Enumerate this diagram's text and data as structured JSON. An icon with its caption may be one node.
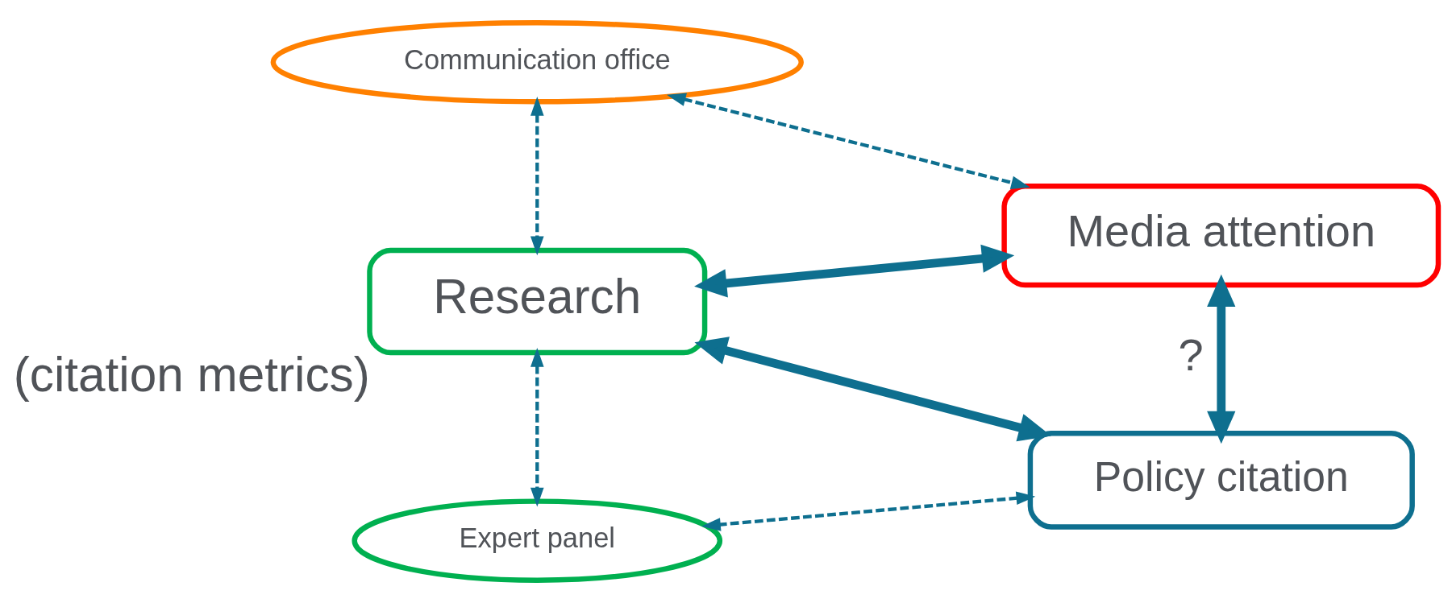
{
  "diagram": {
    "nodes": [
      {
        "text": [
          "Communication office"
        ]
      },
      {
        "text": [
          "Media attention"
        ]
      },
      {
        "text": [
          "Research"
        ],
        "beside": [
          "(citation metrics)"
        ]
      },
      {
        "text": [
          "Policy citation"
        ]
      },
      {
        "text": [
          "Expert panel"
        ]
      }
    ],
    "edges": [
      {
        "from": 0,
        "to": 1,
        "arrow": "both",
        "style": "dashed"
      },
      {
        "from": 0,
        "to": 2,
        "arrow": "both",
        "style": "dashed"
      },
      {
        "from": 2,
        "to": 1,
        "arrow": "both",
        "style": "thick"
      },
      {
        "from": 2,
        "to": 3,
        "arrow": "both",
        "style": "thick"
      },
      {
        "from": 1,
        "to": 3,
        "arrow": "both",
        "style": "thick",
        "label": "?"
      },
      {
        "from": 2,
        "to": 4,
        "arrow": "both",
        "style": "dashed"
      },
      {
        "from": 3,
        "to": 4,
        "arrow": "both",
        "style": "dashed"
      }
    ]
  }
}
